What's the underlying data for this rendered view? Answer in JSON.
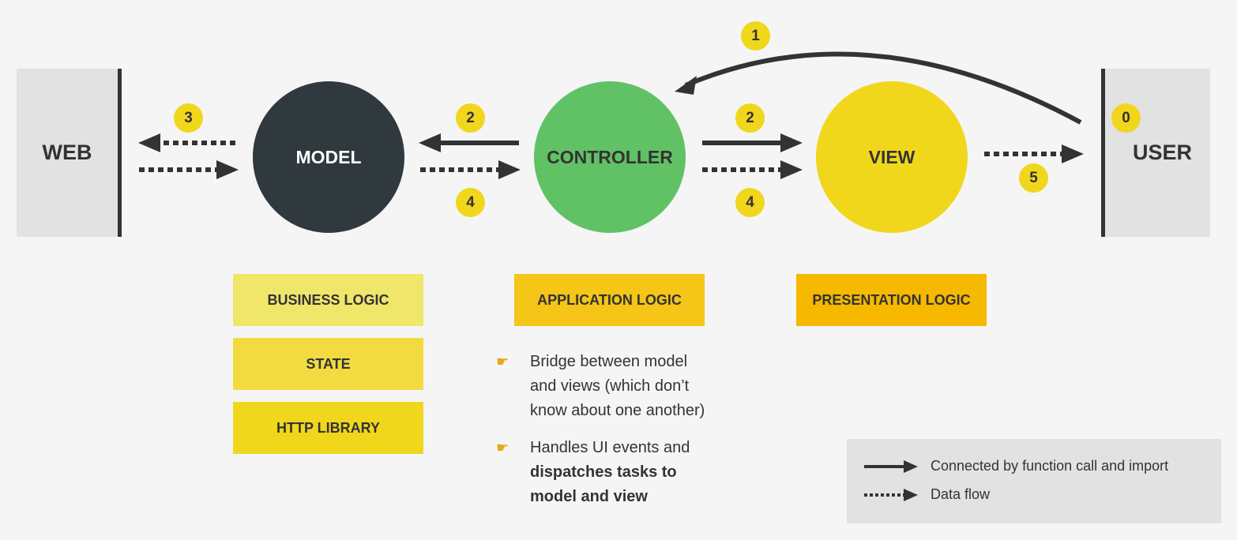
{
  "nodes": {
    "web": "WEB",
    "model": "MODEL",
    "controller": "CONTROLLER",
    "view": "VIEW",
    "user": "USER"
  },
  "badges": {
    "user_to_controller": "1",
    "model_to_web": "3",
    "controller_to_model": "2",
    "controller_to_view": "2",
    "model_to_controller": "4",
    "controller_to_view_data": "4",
    "user": "0",
    "view_to_user": "5"
  },
  "logic": {
    "business": "BUSINESS LOGIC",
    "state": "STATE",
    "http": "HTTP LIBRARY",
    "application": "APPLICATION LOGIC",
    "presentation": "PRESENTATION LOGIC"
  },
  "controller_notes": {
    "bullet1_line1": "Bridge between model",
    "bullet1_line2": "and views (which don’t",
    "bullet1_line3": "know about one another)",
    "bullet2_line1": "Handles UI events and",
    "bullet2_line2": "dispatches tasks to",
    "bullet2_line3": "model and view"
  },
  "legend": {
    "solid": "Connected by function call and import",
    "dotted": "Data flow"
  },
  "icons": {
    "bullet": "pointing-hand-icon"
  },
  "colors": {
    "background": "#f5f5f5",
    "model": "#30393e",
    "controller": "#61c265",
    "view": "#f1d71c",
    "badge": "#f1d71c",
    "business_logic": "#f0e66a",
    "state": "#f2db40",
    "http_library": "#f1d71c",
    "application_logic": "#f5c518",
    "presentation_logic": "#f6b900",
    "side_box": "#e2e2e2",
    "arrow": "#333333"
  }
}
